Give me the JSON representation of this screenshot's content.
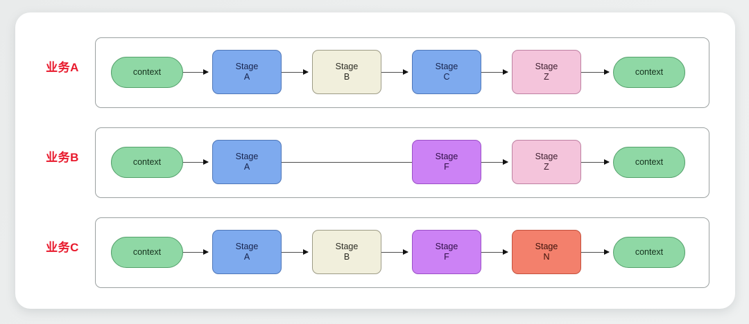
{
  "diagram": {
    "type": "pipeline-flow",
    "title": "",
    "colors": {
      "background": "#eceeee",
      "card": "#ffffff",
      "label": "#e8192c",
      "context": "#8fd8a5",
      "stage_blue": "#7eaaee",
      "stage_cream": "#f1efdc",
      "stage_pink": "#f4c4db",
      "stage_purple": "#cc82f5",
      "stage_red": "#f3806c",
      "connector": "#4a4a4a",
      "panel_border": "#9aa0a0"
    },
    "context_label": "context",
    "stage_word": "Stage",
    "rows": [
      {
        "label": "业务A",
        "start": "context",
        "end": "context",
        "stages": [
          {
            "slot": 1,
            "word": "Stage",
            "name": "A",
            "color": "blue"
          },
          {
            "slot": 2,
            "word": "Stage",
            "name": "B",
            "color": "cream"
          },
          {
            "slot": 3,
            "word": "Stage",
            "name": "C",
            "color": "blue"
          },
          {
            "slot": 4,
            "word": "Stage",
            "name": "Z",
            "color": "pink"
          }
        ],
        "skipped_slots": []
      },
      {
        "label": "业务B",
        "start": "context",
        "end": "context",
        "stages": [
          {
            "slot": 1,
            "word": "Stage",
            "name": "A",
            "color": "blue"
          },
          {
            "slot": 3,
            "word": "Stage",
            "name": "F",
            "color": "purple"
          },
          {
            "slot": 4,
            "word": "Stage",
            "name": "Z",
            "color": "pink"
          }
        ],
        "skipped_slots": [
          2
        ]
      },
      {
        "label": "业务C",
        "start": "context",
        "end": "context",
        "stages": [
          {
            "slot": 1,
            "word": "Stage",
            "name": "A",
            "color": "blue"
          },
          {
            "slot": 2,
            "word": "Stage",
            "name": "B",
            "color": "cream"
          },
          {
            "slot": 3,
            "word": "Stage",
            "name": "F",
            "color": "purple"
          },
          {
            "slot": 4,
            "word": "Stage",
            "name": "N",
            "color": "red"
          }
        ],
        "skipped_slots": []
      }
    ]
  }
}
